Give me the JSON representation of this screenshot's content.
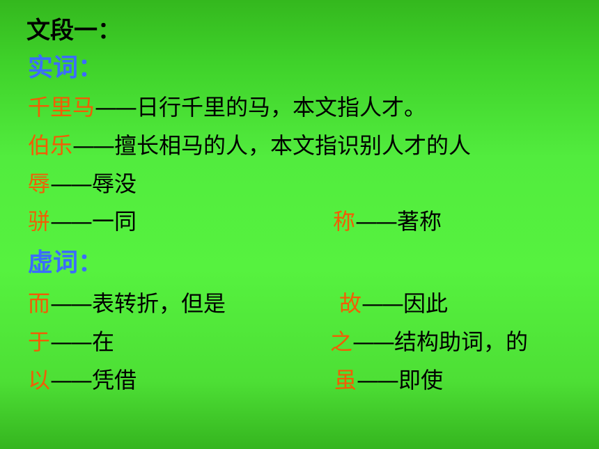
{
  "heading": "文段一：",
  "shici_title": "实词：",
  "xuci_title": "虚词：",
  "dash": "——",
  "entries": [
    {
      "term": "千里马",
      "def": "日行千里的马，本文指人才。"
    },
    {
      "term": "伯乐",
      "def": "擅长相马的人，本文指识别人才的人"
    },
    {
      "term": "辱",
      "def": "辱没"
    },
    {
      "term": "骈",
      "def": "一同"
    },
    {
      "term": "称",
      "def": "著称"
    },
    {
      "term": "而",
      "def": "表转折，但是"
    },
    {
      "term": "故",
      "def": "因此"
    },
    {
      "term": "于",
      "def": "在"
    },
    {
      "term": "之",
      "def": "结构助词，的"
    },
    {
      "term": "以",
      "def": "凭借"
    },
    {
      "term": "虽",
      "def": "即使"
    }
  ]
}
